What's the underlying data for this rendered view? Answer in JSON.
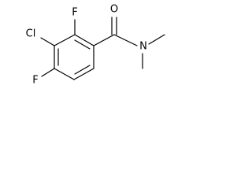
{
  "molecule": {
    "atoms": {
      "cl": "Cl",
      "f_top": "F",
      "f_bottom": "F",
      "o": "O",
      "n": "N"
    },
    "colors": {
      "bond": "#000000",
      "label": "#000000",
      "background": "#ffffff"
    }
  }
}
